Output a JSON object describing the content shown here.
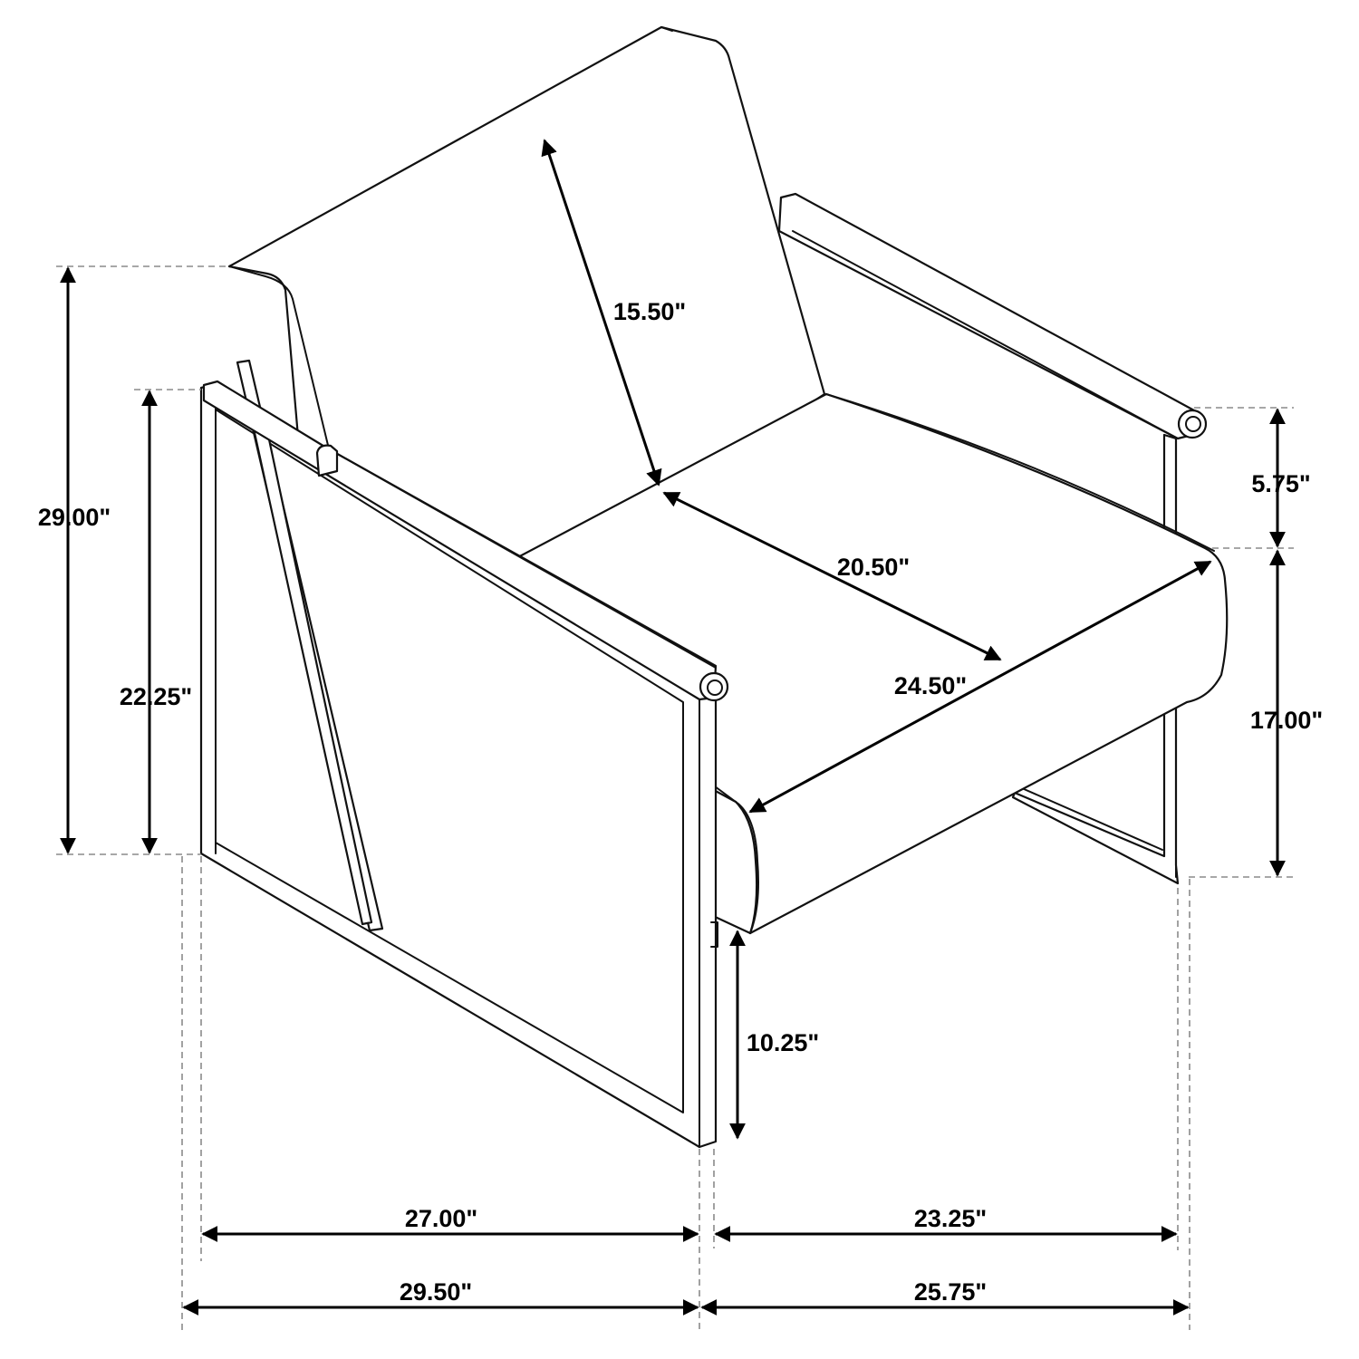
{
  "dimensions": {
    "back_height": "15.50\"",
    "seat_depth": "20.50\"",
    "seat_width": "24.50\"",
    "arm_above_seat": "5.75\"",
    "seat_height": "17.00\"",
    "leg_clearance": "10.25\"",
    "overall_height": "29.00\"",
    "arm_height": "22.25\"",
    "inner_width": "27.00\"",
    "overall_width": "29.50\"",
    "inner_depth": "23.25\"",
    "overall_depth": "25.75\""
  }
}
